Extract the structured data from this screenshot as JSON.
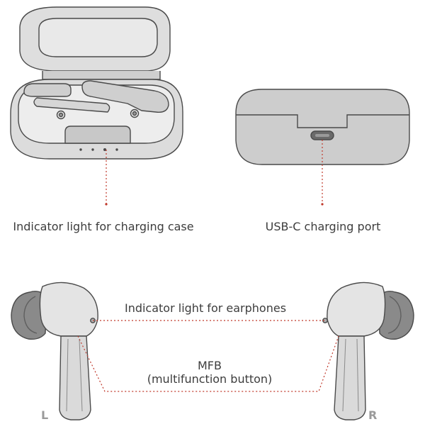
{
  "labels": {
    "case_indicator": "Indicator light for charging case",
    "usb_port": "USB-C charging port",
    "earphone_indicator": "Indicator light for earphones",
    "mfb_line1": "MFB",
    "mfb_line2": "(multifunction button)",
    "left": "L",
    "right": "R"
  },
  "colors": {
    "outline": "#4a4a4a",
    "case_fill": "#dcdcdc",
    "case_dark": "#c4c4c4",
    "leader_line": "#c0392b",
    "side_letter": "#9a9a9a"
  }
}
